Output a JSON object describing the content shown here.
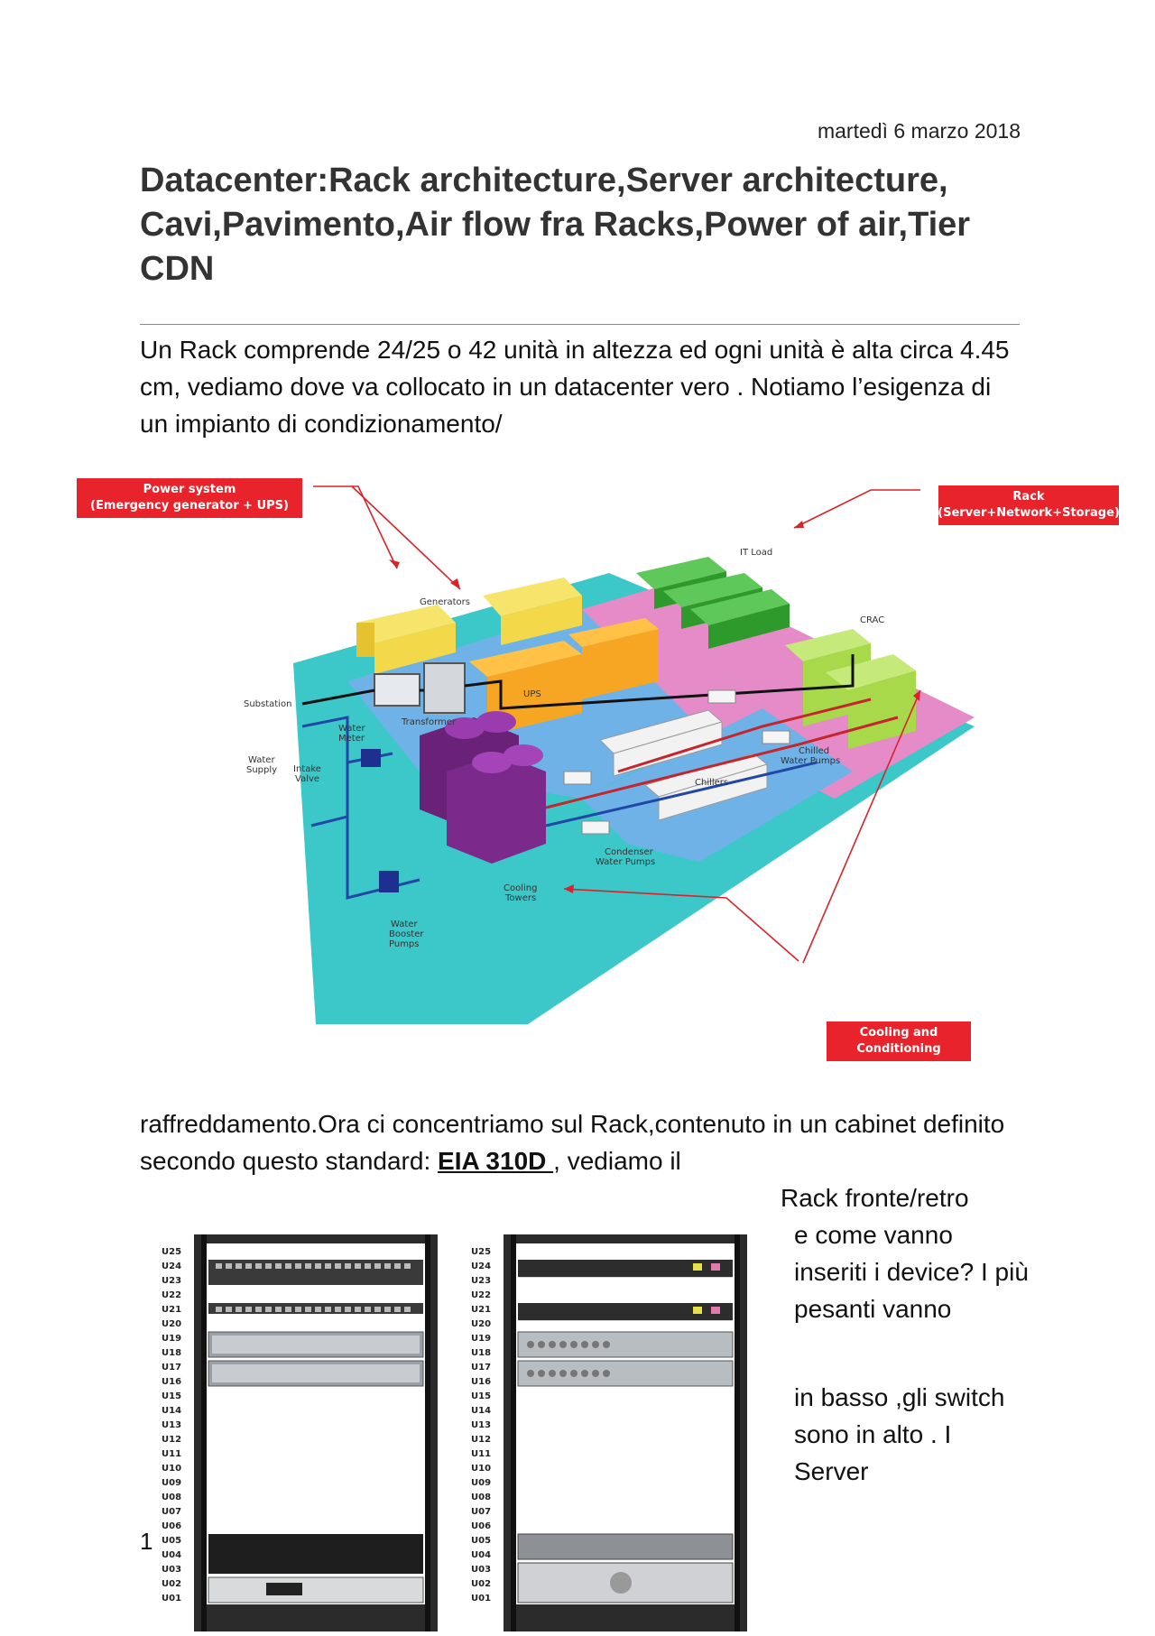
{
  "header": {
    "date": "martedì 6 marzo 2018"
  },
  "title": "Datacenter:Rack architecture,Server architecture, Cavi,Pavimento,Air flow fra Racks,Power of air,Tier CDN",
  "paragraph1": "Un Rack comprende 24/25 o 42 unità in altezza ed ogni unità è alta circa 4.45 cm, vediamo dove  va collocato in un datacenter vero . Notiamo l’esigenza di un impianto di condizionamento/",
  "diagram": {
    "callouts": {
      "power_line1": "Power system",
      "power_line2": "(Emergency generator + UPS)",
      "rack_line1": "Rack",
      "rack_line2": "(Server+Network+Storage)",
      "cooling_line1": "Cooling and",
      "cooling_line2": "Conditioning"
    },
    "labels": {
      "generators": "Generators",
      "it_load": "IT Load",
      "ups": "UPS",
      "crac": "CRAC",
      "substation": "Substation",
      "transformer": "Transformer",
      "water_meter_1": "Water",
      "water_meter_2": "Meter",
      "water_supply_1": "Water",
      "water_supply_2": "Supply",
      "intake_valve_1": "Intake",
      "intake_valve_2": "Valve",
      "chilled_pumps_1": "Chilled",
      "chilled_pumps_2": "Water Pumps",
      "chillers": "Chillers",
      "condenser_1": "Condenser",
      "condenser_2": "Water Pumps",
      "cooling_towers_1": "Cooling",
      "cooling_towers_2": "Towers",
      "booster_1": "Water",
      "booster_2": "Booster",
      "booster_3": "Pumps"
    },
    "colors": {
      "callout": "#e8232b",
      "floor_cyan": "#3cc7c9",
      "floor_blue": "#6fb2e8",
      "floor_pink": "#e58cc8",
      "generators": "#f3d94a",
      "ups": "#f6a623",
      "it_load": "#3fae3a",
      "crac": "#a7d94a",
      "towers": "#7b2a8c"
    }
  },
  "paragraph2": {
    "before": "raffreddamento.Ora ci concentriamo sul Rack,contenuto in un cabinet definito secondo questo standard: ",
    "standard": "EIA 310D ",
    "after": " , vediamo il"
  },
  "side_text": {
    "line1": "Rack fronte/retro",
    "block": "e come vanno inseriti i device? I più pesanti vanno",
    "block2": "in basso ,gli switch sono in alto . I Server"
  },
  "rack": {
    "units": [
      "U25",
      "U24",
      "U23",
      "U22",
      "U21",
      "U20",
      "U19",
      "U18",
      "U17",
      "U16",
      "U15",
      "U14",
      "U13",
      "U12",
      "U11",
      "U10",
      "U09",
      "U08",
      "U07",
      "U06",
      "U05",
      "U04",
      "U03",
      "U02",
      "U01"
    ]
  },
  "footer": {
    "page_number": "1"
  }
}
